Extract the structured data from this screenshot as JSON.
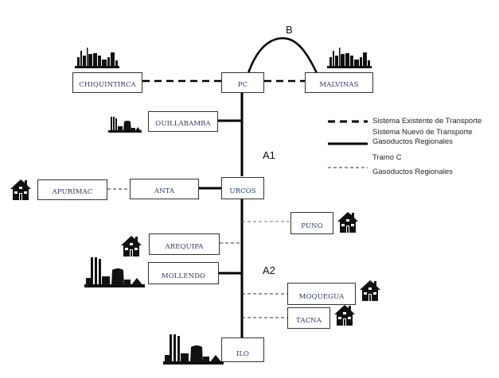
{
  "diagram": {
    "nodes": {
      "chiquintirca": "CHIQUINTIRCA",
      "pc": "PC",
      "malvinas": "MALVINAS",
      "quillabamba": "OUILLABAMBA",
      "apurimac": "APURÍMAC",
      "anta": "ANTA",
      "urcos": "URCOS",
      "puno": "PUNO",
      "arequipa": "AREQUIPA",
      "mollendo": "MOLLENDO",
      "moquegua": "MOQUEGUA",
      "tacna": "TACNA",
      "ilo": "ILO"
    },
    "segments": {
      "b": "B",
      "a1": "A1",
      "a2": "A2"
    },
    "legend": {
      "existing": "Sistema Existente de Transporte",
      "new_line1": "Sistema Nuevo de Transporte",
      "new_line2": "Gasoductos Regionales",
      "tramo_c": "Tramo C",
      "regional": "Gasoductos Regionales"
    },
    "colors": {
      "node_text": "#2b3a67",
      "line": "#000000",
      "dashed_thin": "#333333"
    },
    "icons": {
      "refinery": "refinery-icon",
      "power_plant": "power-plant-icon",
      "house": "house-icon"
    }
  }
}
